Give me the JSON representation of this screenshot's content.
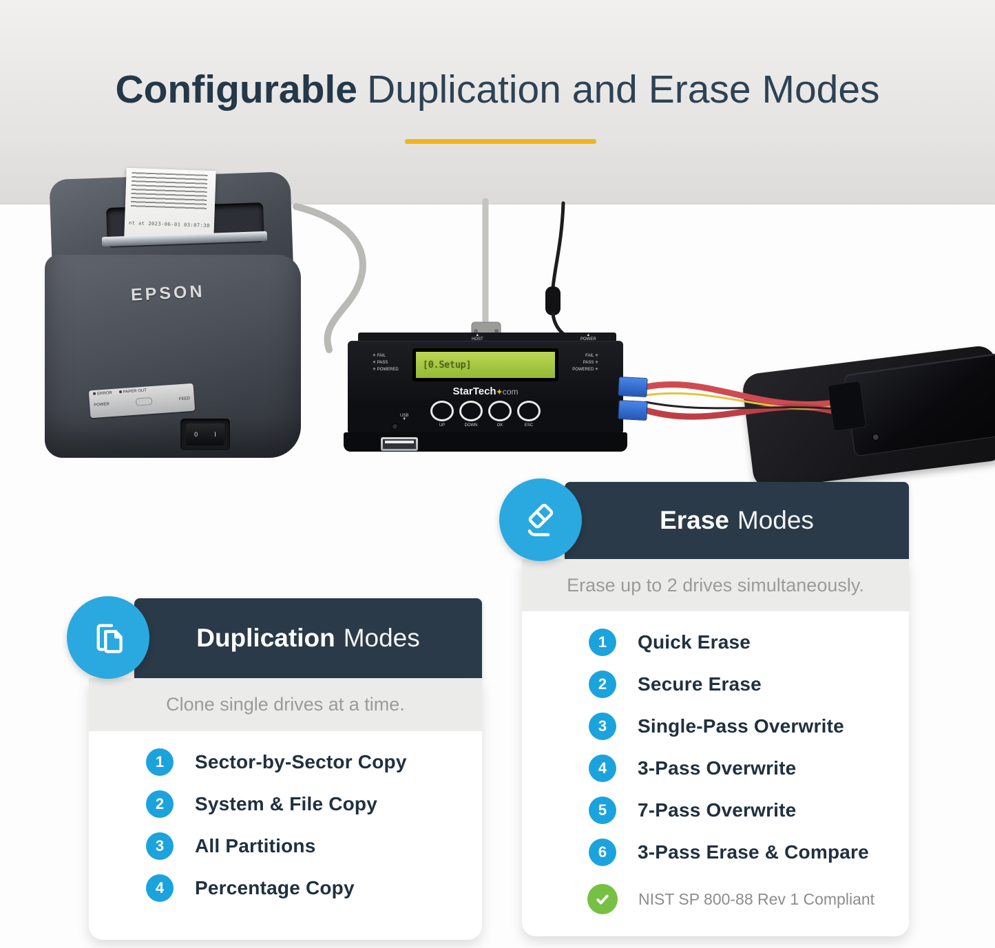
{
  "page": {
    "title_bold": "Configurable",
    "title_rest": "Duplication and Erase Modes"
  },
  "colors": {
    "accent_blue": "#29a9e0",
    "header_navy": "#2a3a49",
    "divider_yellow": "#f3b41b",
    "compliance_green": "#76c043"
  },
  "scene": {
    "printer": {
      "brand": "EPSON",
      "receipt_date_line": "nt at 2023-06-01 03:07:38",
      "panel_error": "ERROR",
      "panel_paper_out": "PAPER OUT",
      "panel_power": "POWER",
      "panel_feed": "FEED",
      "switch_off": "0",
      "switch_on": "I"
    },
    "duplicator": {
      "brand_main": "StarTech",
      "brand_suffix": "com",
      "lcd_text": "[0.Setup]",
      "buttons": [
        "UP",
        "DOWN",
        "OK",
        "ESC"
      ],
      "leds": [
        "FAIL",
        "PASS",
        "POWERED"
      ],
      "label_usb": "USB",
      "label_host": "HOST",
      "label_power": "POWER"
    }
  },
  "duplication_card": {
    "title_bold": "Duplication",
    "title_light": "Modes",
    "subtitle": "Clone single drives at a time.",
    "items": [
      {
        "num": "1",
        "label": "Sector-by-Sector Copy"
      },
      {
        "num": "2",
        "label": "System & File Copy"
      },
      {
        "num": "3",
        "label": "All Partitions"
      },
      {
        "num": "4",
        "label": "Percentage Copy"
      }
    ]
  },
  "erase_card": {
    "title_bold": "Erase",
    "title_light": "Modes",
    "subtitle": "Erase up to 2 drives simultaneously.",
    "items": [
      {
        "num": "1",
        "label": "Quick Erase"
      },
      {
        "num": "2",
        "label": "Secure Erase"
      },
      {
        "num": "3",
        "label": "Single-Pass Overwrite"
      },
      {
        "num": "4",
        "label": "3-Pass Overwrite"
      },
      {
        "num": "5",
        "label": "7-Pass Overwrite"
      },
      {
        "num": "6",
        "label": "3-Pass Erase & Compare"
      }
    ],
    "compliance": "NIST SP 800-88 Rev 1 Compliant"
  }
}
